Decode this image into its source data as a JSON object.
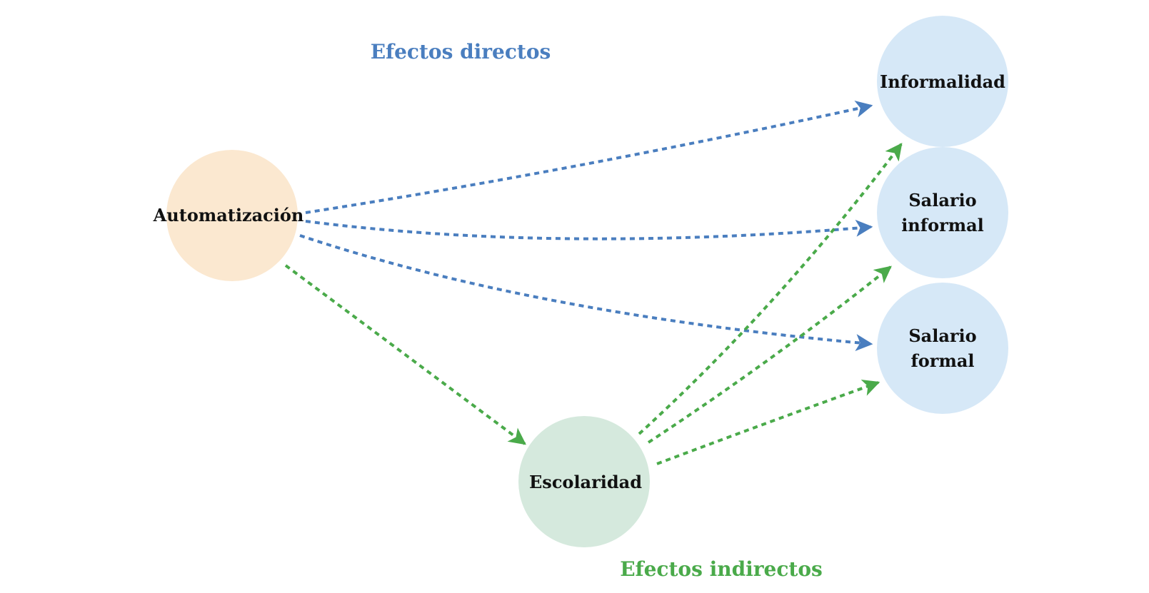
{
  "labels": {
    "direct_effects": "Efectos directos",
    "indirect_effects": "Efectos indirectos"
  },
  "colors": {
    "direct": "#4a7ebf",
    "indirect": "#4aaa4a",
    "automatizacion_fill": "#fbe8d0",
    "escolaridad_fill": "#d5e9dd",
    "outcome_fill": "#d6e8f7",
    "text": "#111111"
  },
  "nodes": {
    "automatizacion": {
      "lines": [
        "Automatización"
      ]
    },
    "escolaridad": {
      "lines": [
        "Escolaridad"
      ]
    },
    "informalidad": {
      "lines": [
        "Informalidad"
      ]
    },
    "salario_informal": {
      "lines": [
        "Salario",
        "informal"
      ]
    },
    "salario_formal": {
      "lines": [
        "Salario",
        "formal"
      ]
    }
  },
  "edges": [
    {
      "from": "automatizacion",
      "to": "informalidad",
      "type": "direct"
    },
    {
      "from": "automatizacion",
      "to": "salario_informal",
      "type": "direct"
    },
    {
      "from": "automatizacion",
      "to": "salario_formal",
      "type": "direct"
    },
    {
      "from": "automatizacion",
      "to": "escolaridad",
      "type": "indirect"
    },
    {
      "from": "escolaridad",
      "to": "informalidad",
      "type": "indirect"
    },
    {
      "from": "escolaridad",
      "to": "salario_informal",
      "type": "indirect"
    },
    {
      "from": "escolaridad",
      "to": "salario_formal",
      "type": "indirect"
    }
  ]
}
